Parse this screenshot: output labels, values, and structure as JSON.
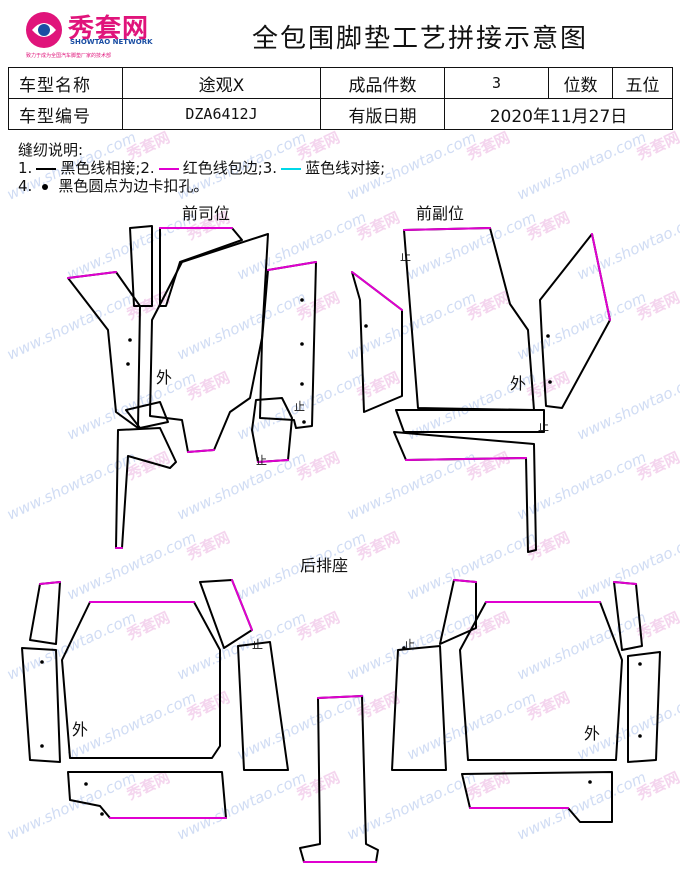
{
  "brand": {
    "name": "秀套网",
    "sub": "SHOWTAO NETWORK",
    "slogan": "致力于成为全国汽车脚垫厂家的技术部"
  },
  "title": "全包围脚垫工艺拼接示意图",
  "spec": {
    "model_name_label": "车型名称",
    "model_name": "途观X",
    "piece_count_label": "成品件数",
    "piece_count": "3",
    "seats_label": "位数",
    "seats": "五位",
    "model_code_label": "车型编号",
    "model_code": "DZA6412J",
    "date_label": "有版日期",
    "date": "2020年11月27日"
  },
  "notes": {
    "heading": "缝纫说明:",
    "item1_num": "1.",
    "item1_text": "黑色线相接;",
    "item2_num": "2.",
    "item2_text": "红色线包边;",
    "item3_num": "3.",
    "item3_text": "蓝色线对接;",
    "item4_num": "4.",
    "item4_text": "黑色圆点为边卡扣孔。"
  },
  "sections": {
    "driver": "前司位",
    "passenger": "前副位",
    "rear": "后排座"
  },
  "marks": {
    "outside": "外",
    "stop": "止"
  },
  "watermark": {
    "url": "www.showtao.com",
    "cn": "秀套网"
  },
  "colors": {
    "seam_black": "#000000",
    "edge_red": "#e000d0",
    "butt_blue": "#00d8e8",
    "brand_pink": "#e0147b",
    "brand_blue": "#1a4ea3"
  }
}
